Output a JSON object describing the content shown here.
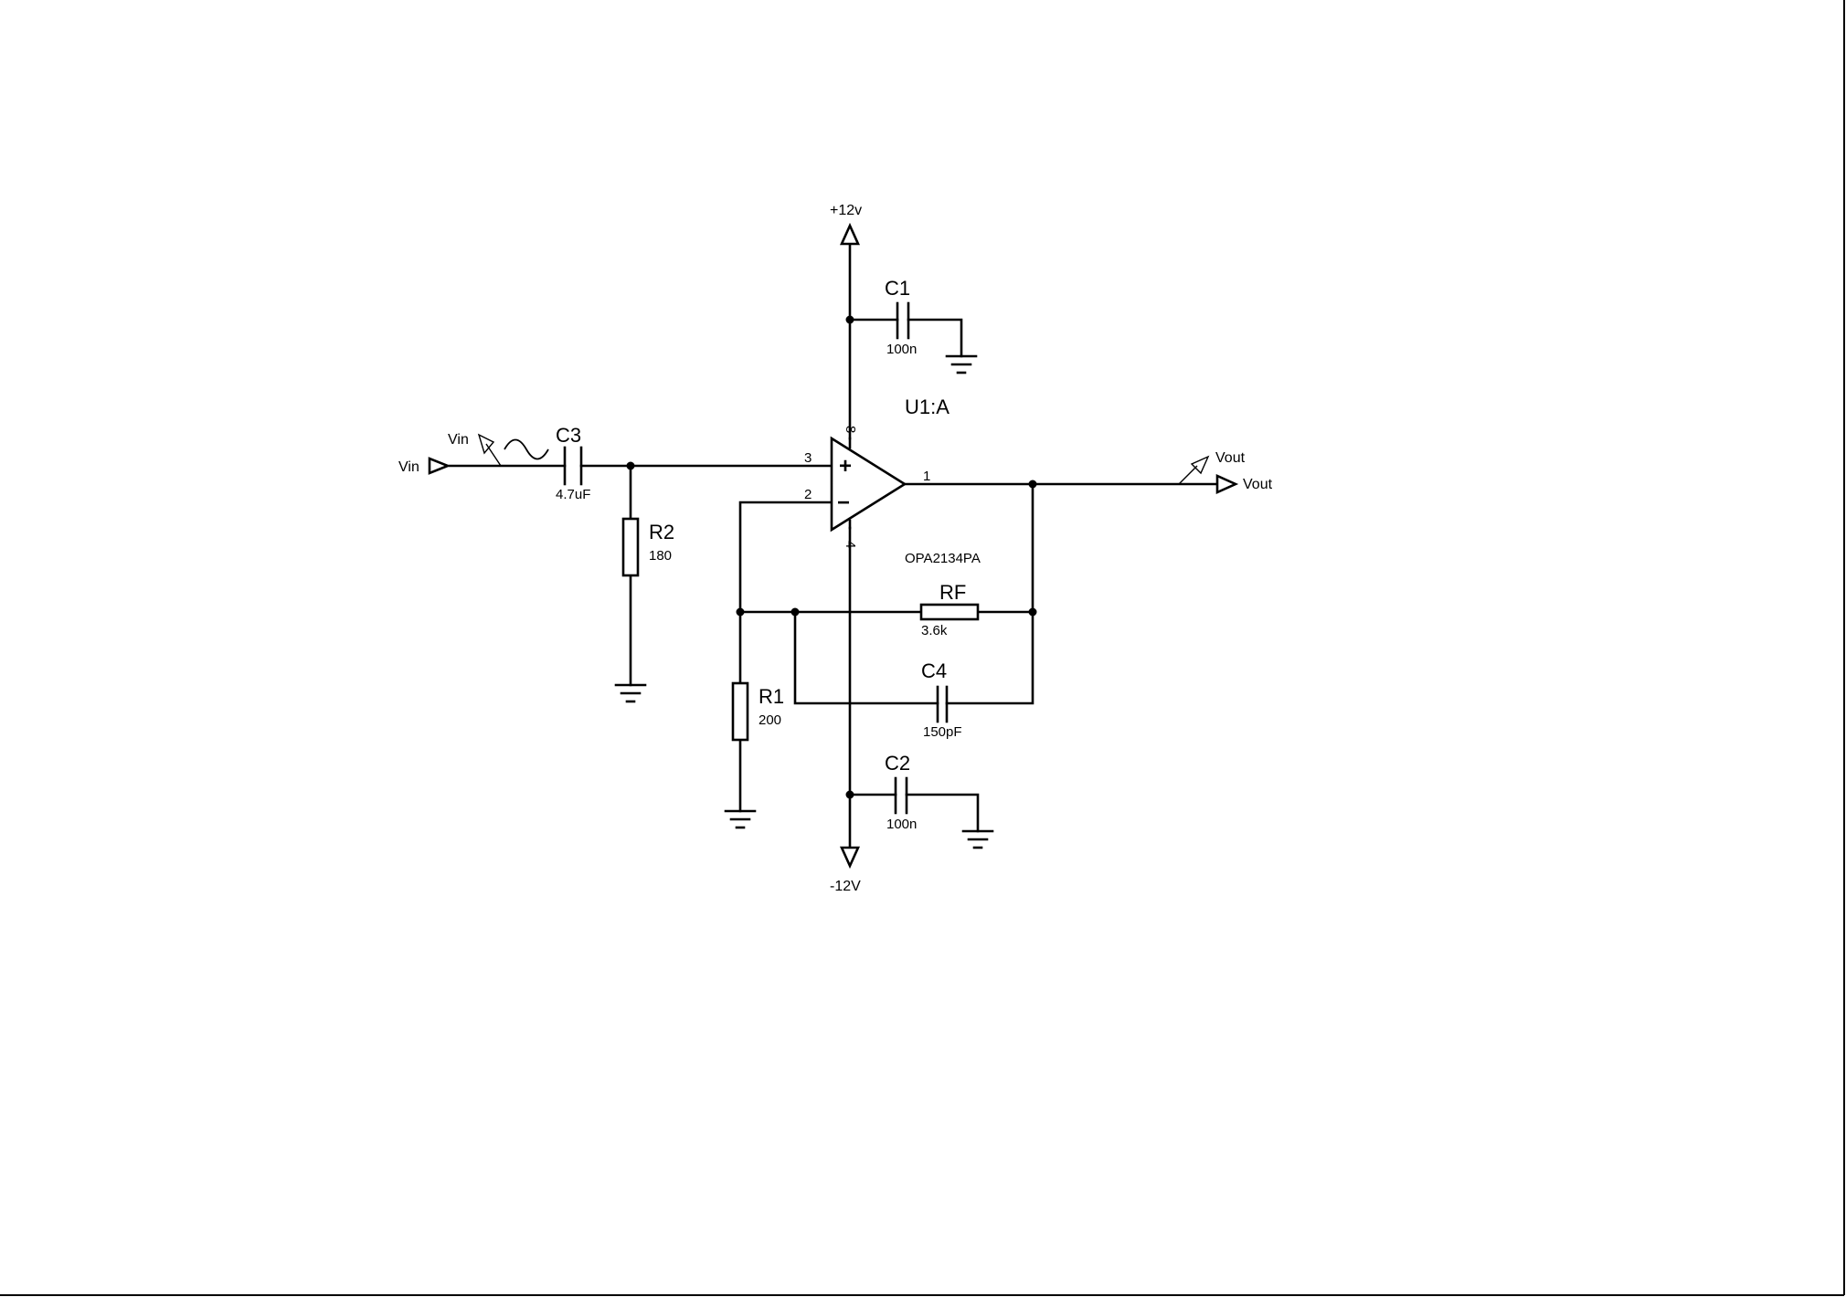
{
  "components": {
    "C1": {
      "ref": "C1",
      "value": "100n"
    },
    "C2": {
      "ref": "C2",
      "value": "100n"
    },
    "C3": {
      "ref": "C3",
      "value": "4.7uF"
    },
    "C4": {
      "ref": "C4",
      "value": "150pF"
    },
    "R1": {
      "ref": "R1",
      "value": "200"
    },
    "R2": {
      "ref": "R2",
      "value": "180"
    },
    "RF": {
      "ref": "RF",
      "value": "3.6k"
    },
    "U1": {
      "ref": "U1:A",
      "value": "OPA2134PA"
    }
  },
  "pins": {
    "noninv": "3",
    "inv": "2",
    "out": "1",
    "vpos": "8",
    "vneg": "4"
  },
  "opamp_signs": {
    "plus": "+",
    "minus": "−"
  },
  "nets": {
    "vpos": "+12v",
    "vneg": "-12V",
    "vin_port": "Vin",
    "vin_source": "Vin",
    "vout_port": "Vout",
    "vout_probe": "Vout"
  }
}
